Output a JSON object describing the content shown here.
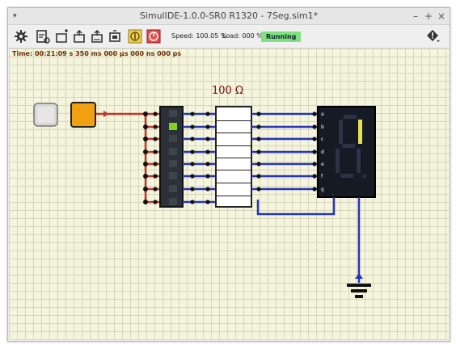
{
  "window": {
    "title": "SimulIDE-1.0.0-SR0 R1320 - 7Seg.sim1*",
    "menu_glyph": "▾",
    "controls": [
      "–",
      "+",
      "×"
    ]
  },
  "toolbar": {
    "icons": [
      "gear-icon",
      "new-circuit-icon",
      "open-icon",
      "save-icon",
      "save-as-icon",
      "export-icon",
      "pause-button",
      "power-button",
      "info-icon"
    ],
    "speed_label": "Speed: 100.05 %",
    "load_label": "Load: 000 %",
    "status_badge": "Running",
    "status_color": "#7ee07e"
  },
  "canvas": {
    "time_readout": "Time: 00:21:09 s   350 ms  000 µs   000 ns   000 ps",
    "resistor_label": "100 Ω",
    "display_pins": [
      "a",
      "b",
      "c",
      "d",
      "e",
      "f",
      "g",
      "."
    ],
    "wire_colors": {
      "logic_high": "#c0392b",
      "logic_low": "#2435b5"
    },
    "switch_states": [
      "off",
      "on"
    ],
    "led_bar_lit": [
      false,
      true,
      false,
      false,
      false,
      false,
      false,
      false
    ]
  }
}
